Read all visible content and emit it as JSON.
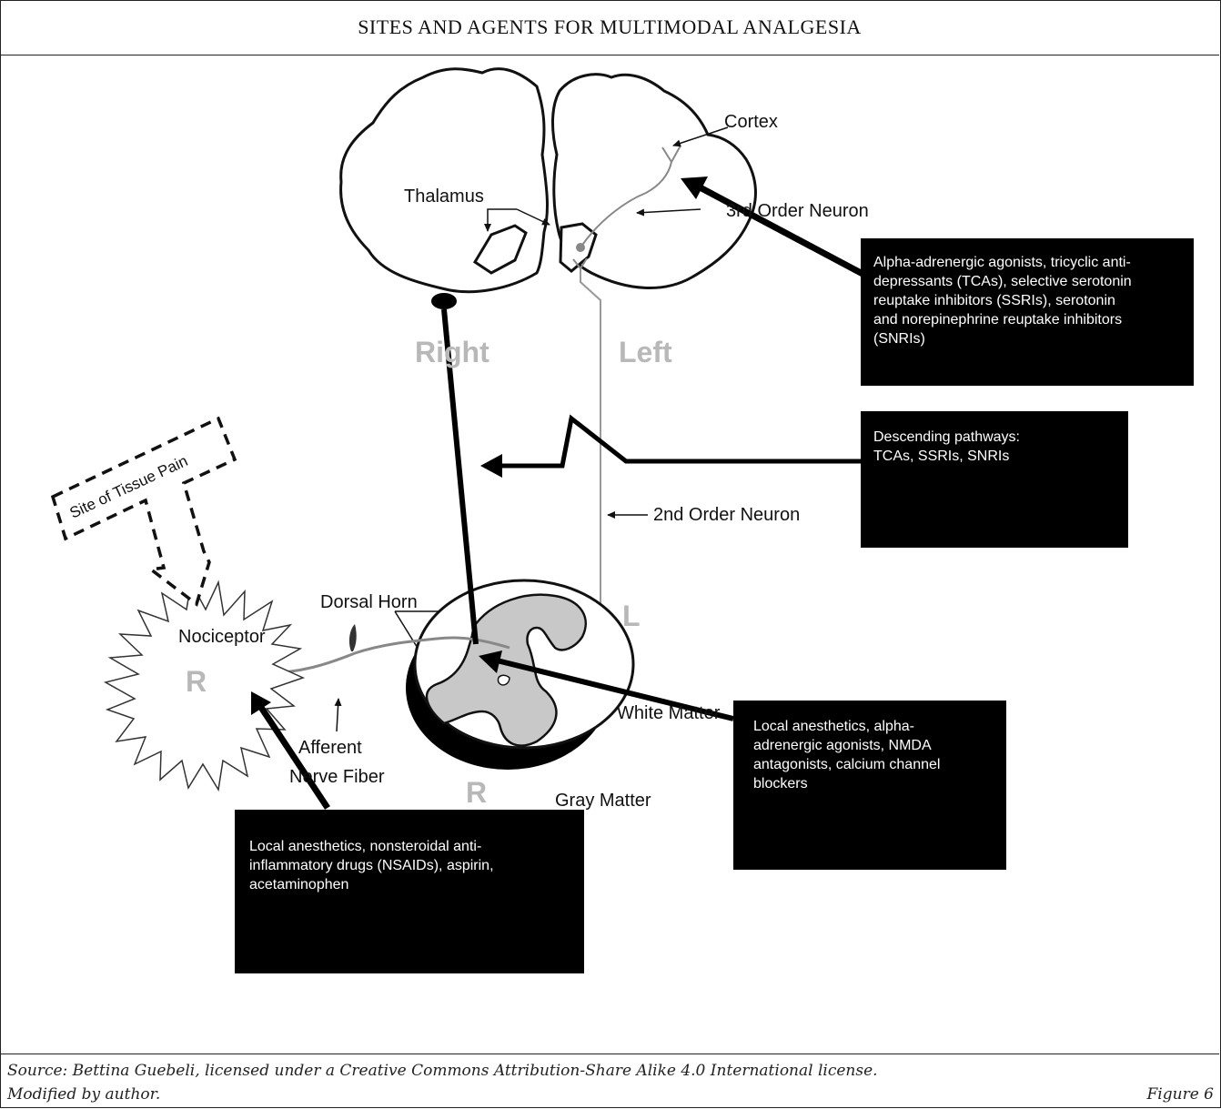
{
  "title": "SITES AND AGENTS FOR MULTIMODAL ANALGESIA",
  "labels": {
    "cortex": "Cortex",
    "thalamus": "Thalamus",
    "third_order": "3rd Order Neuron",
    "right": "Right",
    "left": "Left",
    "second_order": "2nd Order Neuron",
    "site_of_tissue_pain": "Site of Tissue Pain",
    "dorsal_horn": "Dorsal Horn",
    "nociceptor": "Nociceptor",
    "r_tissue": "R",
    "afferent_line1": "Afferent",
    "afferent_line2": "Nerve Fiber",
    "white_matter": "White Matter",
    "gray_matter": "Gray Matter",
    "cord_l": "L",
    "cord_r": "R"
  },
  "boxes": {
    "brain": "Alpha-adrenergic agonists, tricyclic anti-\ndepressants (TCAs), selective serotonin\nreuptake inhibitors (SSRIs), serotonin\nand norepinephrine reuptake inhibitors\n(SNRIs)",
    "descending": "Descending pathways:\nTCAs, SSRIs, SNRIs",
    "spinal": "Local anesthetics, alpha-\nadrenergic agonists, NMDA\nantagonists, calcium channel\nblockers",
    "peripheral": "Local anesthetics, nonsteroidal anti-\ninflammatory drugs (NSAIDs), aspirin,\nacetaminophen"
  },
  "footer": {
    "source_line1": "Source: Bettina Guebeli, licensed under a Creative Commons Attribution-Share Alike 4.0 International license.",
    "source_line2": "Modified by author.",
    "figure_number": "Figure 6"
  },
  "colors": {
    "box": "#000000",
    "label_gray": "#b8b8b8",
    "matter_gray": "#c8c8c8"
  }
}
